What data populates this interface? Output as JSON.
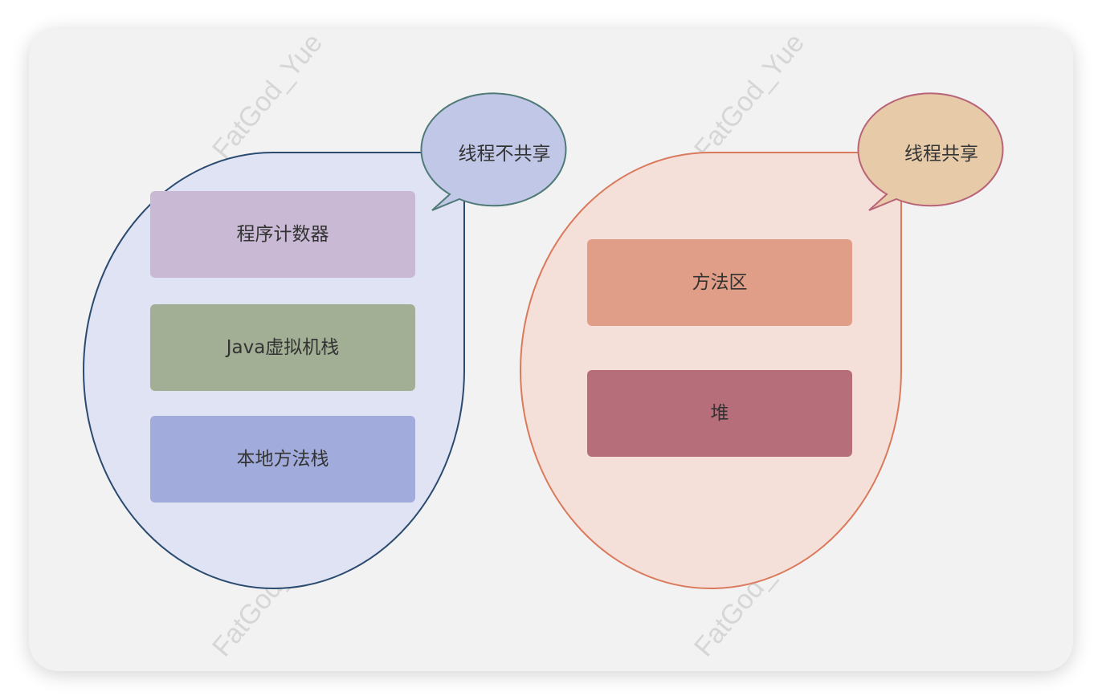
{
  "watermark": "FatGod_Yue",
  "left_group": {
    "bubble_label": "线程不共享",
    "items": [
      {
        "label": "程序计数器",
        "color": "#c9b9d4"
      },
      {
        "label": "Java虚拟机栈",
        "color": "#a3af95"
      },
      {
        "label": "本地方法栈",
        "color": "#a1acdc"
      }
    ],
    "fill": "#e0e3f3",
    "stroke": "#2b4a70",
    "bubble_fill": "#c1c7e6",
    "bubble_stroke": "#4f7a78"
  },
  "right_group": {
    "bubble_label": "线程共享",
    "items": [
      {
        "label": "方法区",
        "color": "#e09d87"
      },
      {
        "label": "堆",
        "color": "#b66e7b"
      }
    ],
    "fill": "#f5dfd9",
    "stroke": "#d97a5c",
    "bubble_fill": "#e7cba9",
    "bubble_stroke": "#b86377"
  }
}
